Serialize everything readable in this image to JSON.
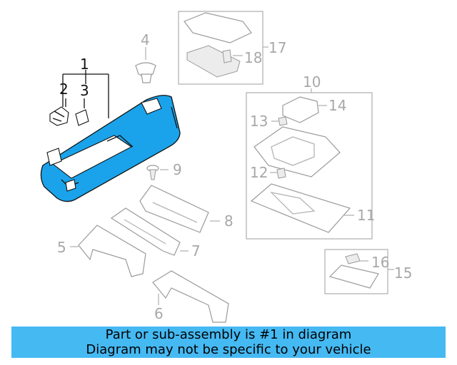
{
  "callouts": {
    "c1": "1",
    "c2": "2",
    "c3": "3",
    "c4": "4",
    "c5": "5",
    "c6": "6",
    "c7": "7",
    "c8": "8",
    "c9": "9",
    "c10": "10",
    "c11": "11",
    "c12": "12",
    "c13": "13",
    "c14": "14",
    "c15": "15",
    "c16": "16",
    "c17": "17",
    "c18": "18"
  },
  "banner": {
    "line1": "Part or sub-assembly is #1 in diagram",
    "line2": "Diagram may not be specific to your vehicle"
  },
  "colors": {
    "highlight": "#1aa3ea",
    "banner": "#45b9f2"
  }
}
